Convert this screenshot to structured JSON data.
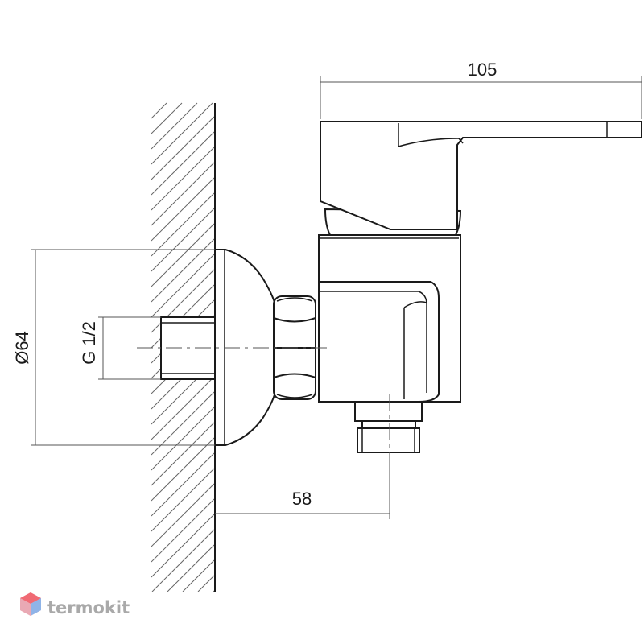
{
  "drawing": {
    "dimensions": {
      "lever_length": "105",
      "flange_diameter": "Ø64",
      "thread_size": "G 1/2",
      "wall_to_outlet": "58"
    },
    "brand": {
      "name": "termokit",
      "logo_icon": "hexagon-cube-icon",
      "logo_colors": [
        "#f06a74",
        "#e9a9b4",
        "#8fb4e8"
      ]
    },
    "colors": {
      "line": "#1a1a1a",
      "dimension_line": "#555555",
      "hatch": "#666666",
      "brand_text": "#a9a9a9"
    }
  }
}
